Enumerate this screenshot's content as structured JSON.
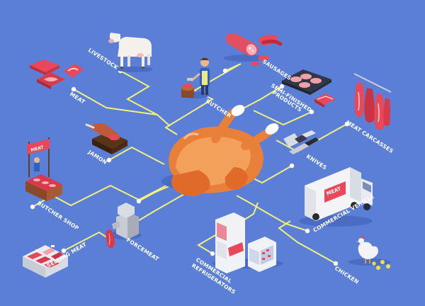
{
  "diagram": {
    "center": "roast-chicken",
    "colors": {
      "background": "#5b7fd6",
      "connector": "#f2f07a",
      "dot": "#ffffff",
      "label": "#ffffff"
    },
    "labels": {
      "livestock": "LIVESTOCK",
      "meat": "MEAT",
      "butcher": "BUTCHER",
      "sausages": "SAUSAGES",
      "semi_finished": [
        "SEMI-FINISHED",
        "PRODUCTS"
      ],
      "meat_carcasses": "MEAT CARCASSES",
      "jamon": "JAMON",
      "knives": "KNIVES",
      "butcher_shop": "BUTCHER SHOP",
      "forcemeat": "FORCEMEAT",
      "commercial_vehicle": "COMMERCIAL VEHICLE",
      "commercial_refrigerators": [
        "COMMERCIAL",
        "REFRIGERATORS"
      ],
      "selling_meat": "SELLING MEAT",
      "chicken": "CHICKEN"
    },
    "signs": {
      "shop_sign": "MEAT",
      "truck_sign": "MEAT"
    }
  }
}
